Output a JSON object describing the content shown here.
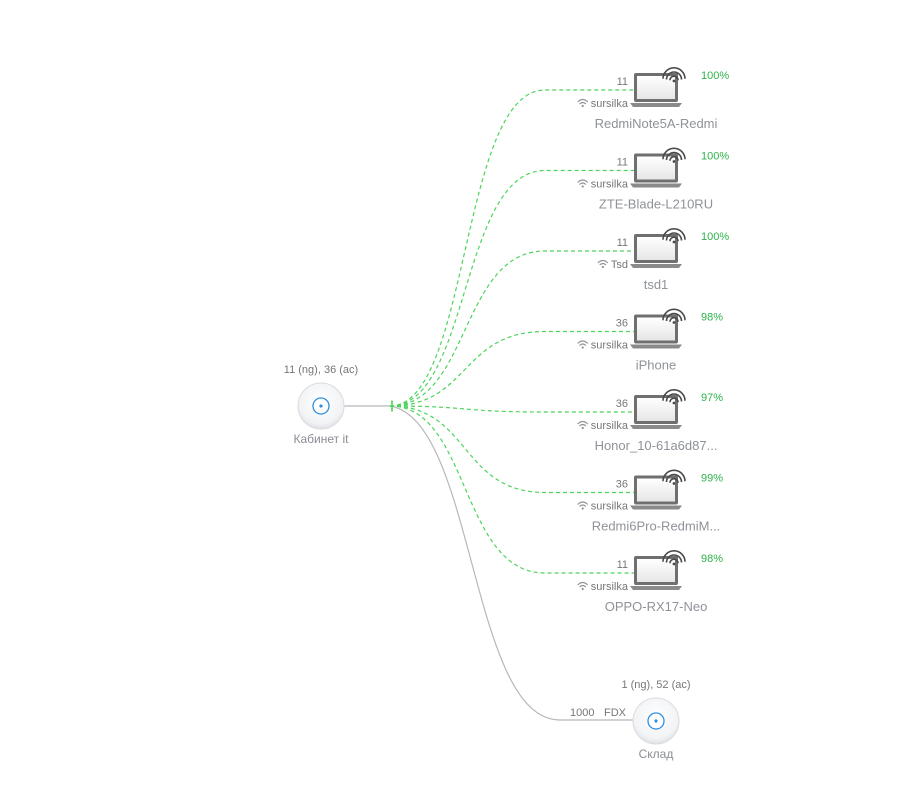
{
  "colors": {
    "wireless_link": "#4cd45a",
    "wired_link": "#b8b8b8",
    "signal_text": "#2db34a",
    "ap_ring": "#2f8fe0",
    "laptop_body": "#6f6f6f"
  },
  "icons": {
    "ap": "unifi-access-point-icon",
    "client": "laptop-icon",
    "wifi": "wifi-icon"
  },
  "root_ap": {
    "name": "Кабинет it",
    "channels": "11 (ng), 36 (ac)"
  },
  "wired_ap": {
    "name": "Склад",
    "channels": "1 (ng), 52 (ac)",
    "link_speed": "1000",
    "link_duplex": "FDX"
  },
  "clients": [
    {
      "name": "RedmiNote5A-Redmi",
      "channel": "11",
      "ssid": "sursilka",
      "signal": "100%"
    },
    {
      "name": "ZTE-Blade-L210RU",
      "channel": "11",
      "ssid": "sursilka",
      "signal": "100%"
    },
    {
      "name": "tsd1",
      "channel": "11",
      "ssid": "Tsd",
      "signal": "100%"
    },
    {
      "name": "iPhone",
      "channel": "36",
      "ssid": "sursilka",
      "signal": "98%"
    },
    {
      "name": "Honor_10-61a6d87...",
      "channel": "36",
      "ssid": "sursilka",
      "signal": "97%"
    },
    {
      "name": "Redmi6Pro-RedmiM...",
      "channel": "36",
      "ssid": "sursilka",
      "signal": "99%"
    },
    {
      "name": "OPPO-RX17-Neo",
      "channel": "11",
      "ssid": "sursilka",
      "signal": "98%"
    }
  ]
}
